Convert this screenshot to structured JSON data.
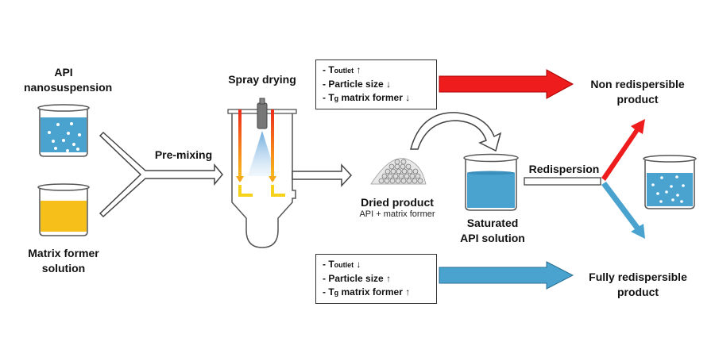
{
  "colors": {
    "liquid_blue": "#4aa3cf",
    "liquid_yellow": "#f7bf1a",
    "arrow_red": "#ee1c1c",
    "arrow_blue": "#4aa3cf"
  },
  "labels": {
    "api_nanosuspension_line1": "API",
    "api_nanosuspension_line2": "nanosuspension",
    "matrix_former_line1": "Matrix former",
    "matrix_former_line2": "solution",
    "pre_mixing": "Pre-mixing",
    "spray_drying": "Spray drying",
    "dried_product": "Dried product",
    "dried_product_sub": "API + matrix former",
    "saturated_line1": "Saturated",
    "saturated_line2": "API solution",
    "redispersion": "Redispersion",
    "non_redispersible_line1": "Non redispersible",
    "non_redispersible_line2": "product",
    "fully_redispersible_line1": "Fully redispersible",
    "fully_redispersible_line2": "product"
  },
  "conditions_top": {
    "t_prefix": "- T",
    "t_sub": "outlet",
    "t_arrow": "↑",
    "particle": "- Particle size",
    "particle_arrow": "↓",
    "tg_prefix": "- T",
    "tg_sub": "g",
    "tg_text": " matrix former",
    "tg_arrow": "↓"
  },
  "conditions_bottom": {
    "t_prefix": "- T",
    "t_sub": "outlet",
    "t_arrow": "↓",
    "particle": "- Particle size",
    "particle_arrow": "↑",
    "tg_prefix": "- T",
    "tg_sub": "g",
    "tg_text": " matrix former",
    "tg_arrow": "↑"
  }
}
